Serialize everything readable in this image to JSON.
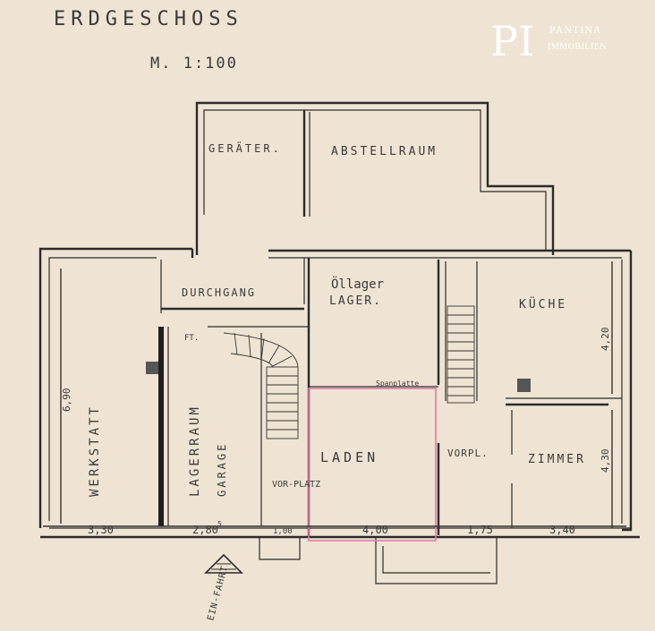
{
  "plan": {
    "title": "ERDGESCHOSS",
    "scale": "M. 1:100",
    "rooms": {
      "geraete": "GERÄTER.",
      "abstellraum": "ABSTELLRAUM",
      "durchgang": "DURCHGANG",
      "oellager": "Öllager",
      "lager": "LAGER.",
      "kueche": "KÜCHE",
      "werkstatt": "WERKSTATT",
      "lagerraum": "LAGERRAUM",
      "garage": "GARAGE",
      "vorplatz": "VOR-PLATZ",
      "laden": "LADEN",
      "vorpl": "VORPL.",
      "zimmer": "ZIMMER",
      "einfahrt": "EIN-FAHRT",
      "spanplatte": "Spanplatte",
      "ft": "FT."
    },
    "dimensions": {
      "d330": "3,30",
      "d280": "2,80",
      "d280_sup": "5",
      "d100": "1,00",
      "d400": "4,00",
      "d175": "1,75",
      "d340": "3,40",
      "d690": "6,90",
      "d420": "4,20",
      "d430": "4,30"
    }
  },
  "logo": {
    "monogram": "PI",
    "line1": "PANTINA",
    "line2": "IMMOBILIEN"
  },
  "colors": {
    "paper": "#efe3d3",
    "ink": "#2b2b2b",
    "highlight": "#e07aa6",
    "logo": "#ffffff"
  }
}
